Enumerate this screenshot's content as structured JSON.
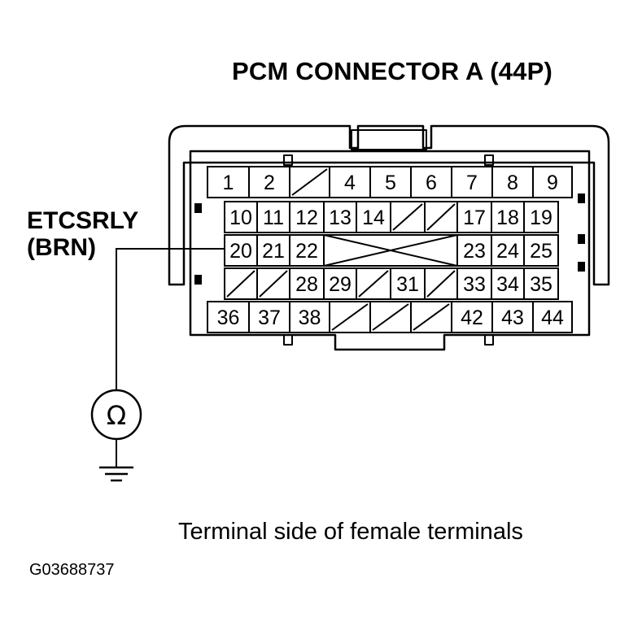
{
  "title": "PCM CONNECTOR A (44P)",
  "signal": {
    "name": "ETCSRLY",
    "wire_color": "(BRN)"
  },
  "caption": "Terminal side of female terminals",
  "figure_code": "G03688737",
  "meter_symbol": "Ω",
  "connector": {
    "rows": [
      {
        "cells": [
          "1",
          "2",
          "/",
          "4",
          "5",
          "6",
          "7",
          "8",
          "9"
        ]
      },
      {
        "cells": [
          "10",
          "11",
          "12",
          "13",
          "14",
          "/",
          "/",
          "17",
          "18",
          "19"
        ]
      },
      {
        "cells": [
          "20",
          "21",
          "22",
          "X",
          "23",
          "24",
          "25"
        ]
      },
      {
        "cells": [
          "/",
          "/",
          "28",
          "29",
          "/",
          "31",
          "/",
          "33",
          "34",
          "35"
        ]
      },
      {
        "cells": [
          "36",
          "37",
          "38",
          "/",
          "/",
          "/",
          "42",
          "43",
          "44"
        ]
      }
    ],
    "probed_terminal": "20"
  }
}
